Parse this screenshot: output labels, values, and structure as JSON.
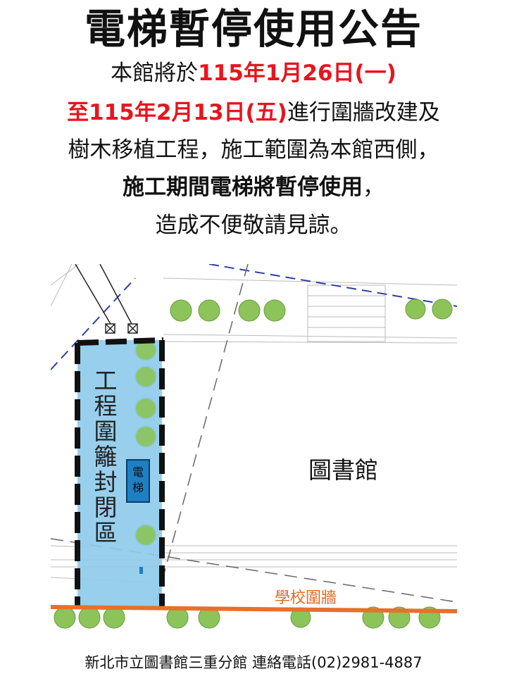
{
  "notice": {
    "title": "電梯暫停使用公告",
    "line1_prefix": "本館將於",
    "line1_date": "115年1月26日(一)",
    "line2_date": "至115年2月13日(五)",
    "line2_suffix": "進行圍牆改建及",
    "line3": "樹木移植工程，施工範圍為本館西側，",
    "line4_bold": "施工期間電梯將暫停使用",
    "line4_suffix": "，",
    "line5": "造成不便敬請見諒。"
  },
  "map": {
    "enclosure_label": [
      "工",
      "程",
      "圍",
      "籬",
      "封",
      "閉",
      "區"
    ],
    "elevator_label": [
      "電",
      "梯"
    ],
    "library_label": "圖書館",
    "school_wall_label": "學校圍牆",
    "colors": {
      "enclosure_fill": "#8fcbea",
      "elevator_fill": "#1e7fc4",
      "wall_line": "#e8702a",
      "tree": "#8cc45a",
      "title_red": "#e8141e"
    }
  },
  "footer": {
    "text": "新北市立圖書館三重分館  連絡電話(02)2981-4887"
  }
}
